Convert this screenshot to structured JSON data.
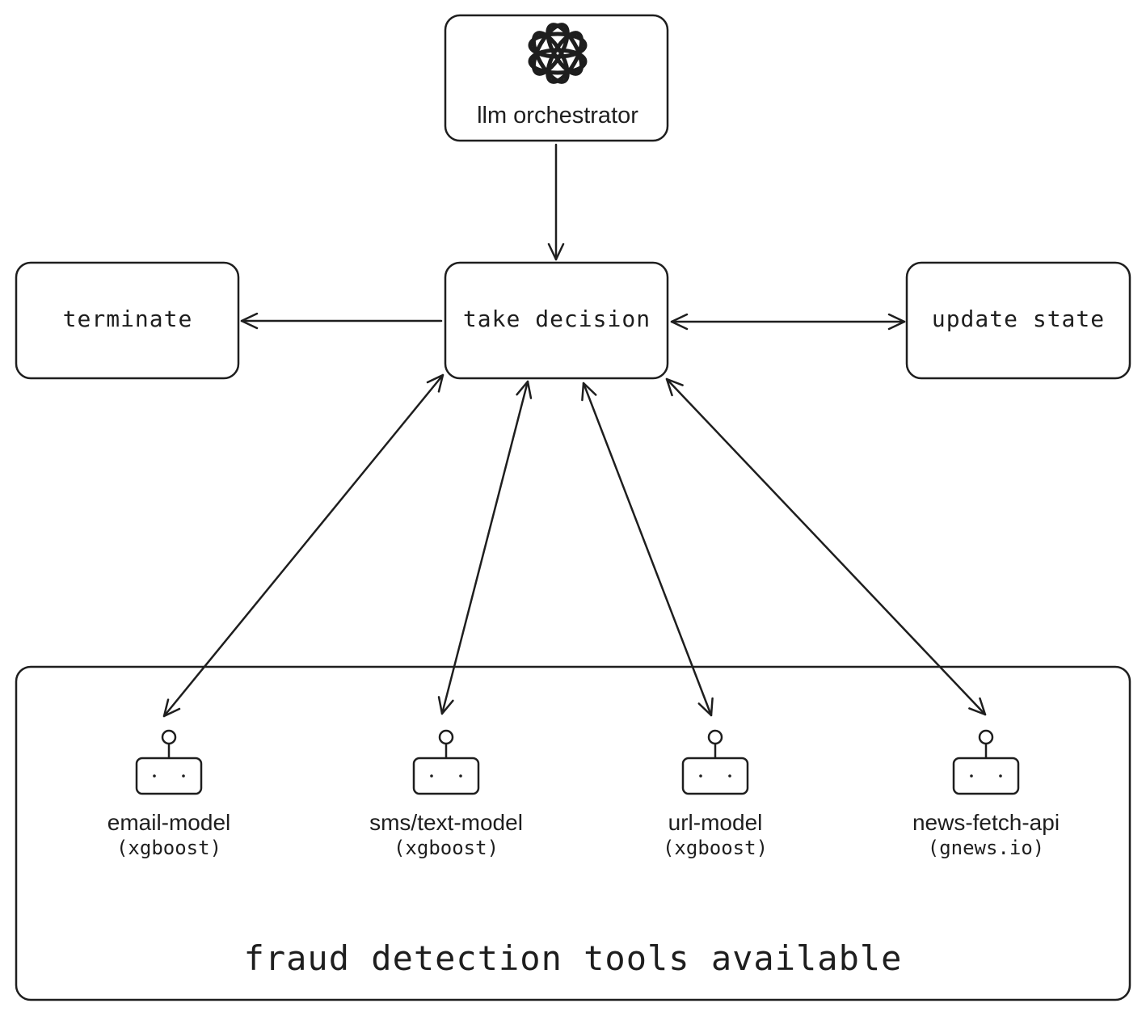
{
  "nodes": {
    "orchestrator": {
      "label": "llm orchestrator",
      "icon": "openai-logo-icon"
    },
    "decision": {
      "label": "take decision"
    },
    "terminate": {
      "label": "terminate"
    },
    "update": {
      "label": "update state"
    }
  },
  "tools_panel": {
    "title": "fraud detection tools available",
    "tools": [
      {
        "name": "email-model",
        "sub": "(xgboost)",
        "icon": "robot-icon"
      },
      {
        "name": "sms/text-model",
        "sub": "(xgboost)",
        "icon": "robot-icon"
      },
      {
        "name": "url-model",
        "sub": "(xgboost)",
        "icon": "robot-icon"
      },
      {
        "name": "news-fetch-api",
        "sub": "(gnews.io)",
        "icon": "robot-icon"
      }
    ]
  },
  "colors": {
    "stroke": "#1e1e1e",
    "background": "#ffffff"
  }
}
